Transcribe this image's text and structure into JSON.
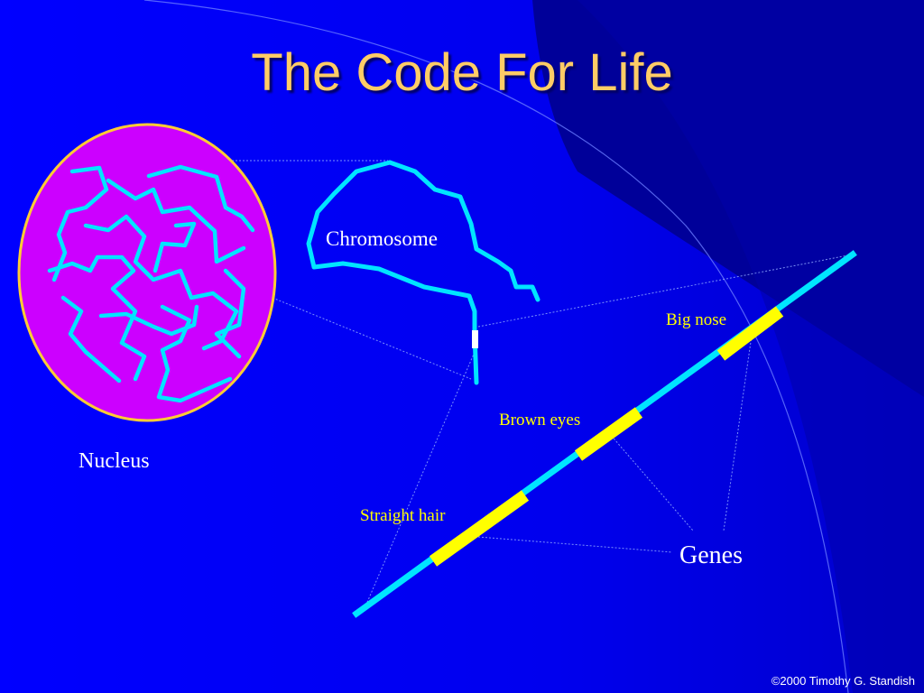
{
  "slide": {
    "title": "The Code For Life",
    "footer": "©2000 Timothy G. Standish"
  },
  "labels": {
    "chromosome": "Chromosome",
    "nucleus": "Nucleus",
    "big_nose": "Big nose",
    "brown_eyes": "Brown eyes",
    "straight_hair": "Straight hair",
    "genes": "Genes"
  },
  "colors": {
    "background": "#0000ff",
    "background_dark": "#000088",
    "title": "#ffcc66",
    "nucleus_fill": "#cc00ff",
    "nucleus_border": "#ffcc33",
    "dna_strand": "#00e5ff",
    "gene_segment": "#ffff00",
    "label_white": "#ffffff",
    "label_yellow": "#ffff00"
  }
}
